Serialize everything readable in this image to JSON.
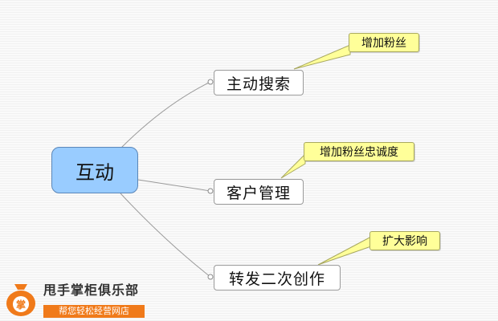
{
  "mindmap": {
    "root": {
      "label": "互动"
    },
    "branches": [
      {
        "label": "主动搜索",
        "note": "增加粉丝"
      },
      {
        "label": "客户管理",
        "note": "增加粉丝忠诚度"
      },
      {
        "label": "转发二次创作",
        "note": "扩大影响"
      }
    ]
  },
  "logo": {
    "badge_char": "掌",
    "name": "甩手掌柜俱乐部",
    "slogan": "帮您轻松经营网店"
  },
  "colors": {
    "root_fill": "#99ccff",
    "note_fill": "#ffff99",
    "logo_orange": "#f07a1a"
  }
}
